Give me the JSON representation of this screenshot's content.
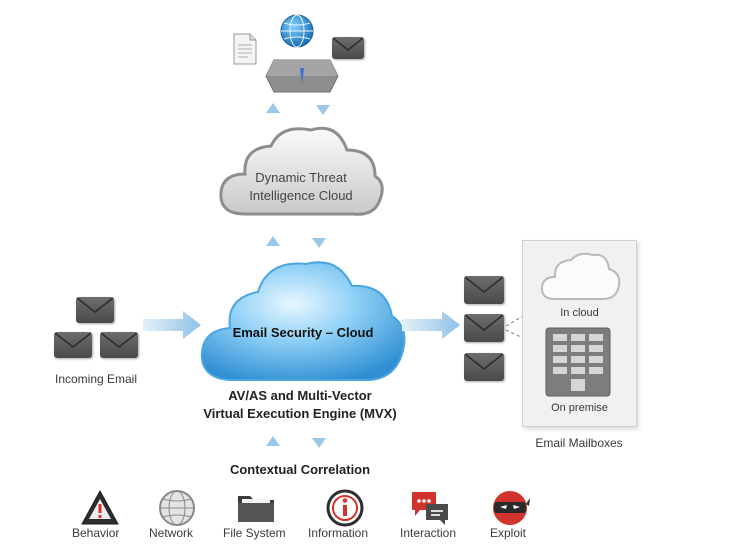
{
  "top_cloud": {
    "line1": "Dynamic Threat",
    "line2": "Intelligence Cloud"
  },
  "main_cloud": {
    "label": "Email Security – Cloud"
  },
  "engine": {
    "line1": "AV/AS and Multi-Vector",
    "line2": "Virtual Execution Engine (MVX)"
  },
  "correlation": {
    "label": "Contextual Correlation"
  },
  "incoming": {
    "label": "Incoming Email"
  },
  "mailboxes": {
    "in_cloud": "In cloud",
    "on_premise": "On premise",
    "caption": "Email Mailboxes"
  },
  "categories": [
    {
      "label": "Behavior",
      "icon": "warning-icon"
    },
    {
      "label": "Network",
      "icon": "globe-icon"
    },
    {
      "label": "File System",
      "icon": "folder-icon"
    },
    {
      "label": "Information",
      "icon": "info-icon"
    },
    {
      "label": "Interaction",
      "icon": "chat-bubbles-icon"
    },
    {
      "label": "Exploit",
      "icon": "ninja-icon"
    }
  ],
  "colors": {
    "cloud_blue": "#3fa3e0",
    "arrow_blue": "#9cc7e6",
    "envelope_gray": "#5a5a5a",
    "alert_red": "#d0342c"
  }
}
